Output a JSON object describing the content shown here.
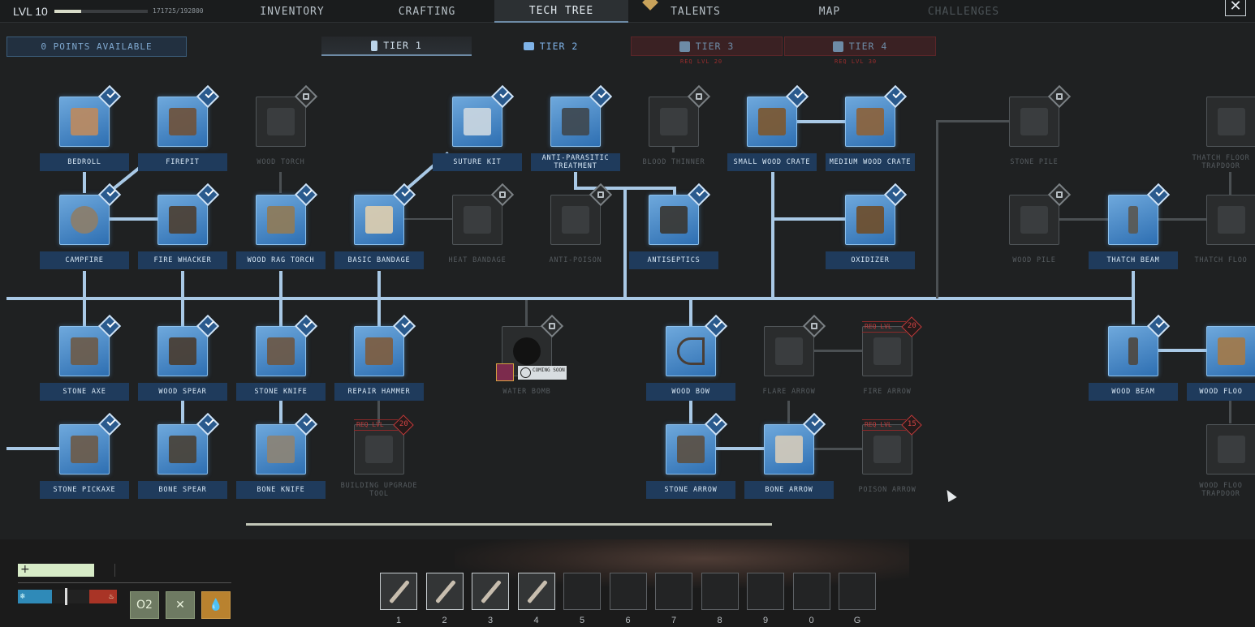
{
  "player": {
    "level": "LVL 10",
    "xp_text": "171725/192800",
    "xp_fraction": 0.29
  },
  "nav": {
    "tabs": [
      "INVENTORY",
      "CRAFTING",
      "TECH TREE",
      "TALENTS",
      "MAP",
      "CHALLENGES"
    ],
    "active": "TECH TREE",
    "disabled": "CHALLENGES"
  },
  "points": "0 POINTS AVAILABLE",
  "tiers": [
    {
      "label": "TIER 1",
      "state": "selected"
    },
    {
      "label": "TIER 2",
      "state": "unlocked"
    },
    {
      "label": "TIER 3",
      "state": "locked",
      "req": "REQ LVL 20"
    },
    {
      "label": "TIER 4",
      "state": "locked",
      "req": "REQ LVL 30"
    }
  ],
  "nodes": {
    "bedroll": {
      "label": "BEDROLL",
      "state": "learned"
    },
    "firepit": {
      "label": "FIREPIT",
      "state": "learned"
    },
    "wood_torch": {
      "label": "WOOD TORCH",
      "state": "locked"
    },
    "suture_kit": {
      "label": "SUTURE KIT",
      "state": "learned"
    },
    "anti_parasitic": {
      "label": "ANTI-PARASITIC TREATMENT",
      "state": "learned"
    },
    "blood_thinner": {
      "label": "BLOOD THINNER",
      "state": "locked"
    },
    "small_wood_crate": {
      "label": "SMALL WOOD CRATE",
      "state": "learned"
    },
    "medium_wood_crate": {
      "label": "MEDIUM WOOD CRATE",
      "state": "learned"
    },
    "stone_pile": {
      "label": "STONE PILE",
      "state": "locked"
    },
    "thatch_floor_trapdoor": {
      "label": "THATCH FLOOR TRAPDOOR",
      "state": "locked"
    },
    "campfire": {
      "label": "CAMPFIRE",
      "state": "learned"
    },
    "fire_whacker": {
      "label": "FIRE WHACKER",
      "state": "learned"
    },
    "wood_rag_torch": {
      "label": "WOOD RAG TORCH",
      "state": "learned"
    },
    "basic_bandage": {
      "label": "BASIC BANDAGE",
      "state": "learned"
    },
    "heat_bandage": {
      "label": "HEAT BANDAGE",
      "state": "locked"
    },
    "anti_poison": {
      "label": "ANTI-POISON",
      "state": "locked"
    },
    "antiseptics": {
      "label": "ANTISEPTICS",
      "state": "learned"
    },
    "oxidizer": {
      "label": "OXIDIZER",
      "state": "learned"
    },
    "wood_pile": {
      "label": "WOOD PILE",
      "state": "locked"
    },
    "thatch_beam": {
      "label": "THATCH BEAM",
      "state": "learned"
    },
    "thatch_floor": {
      "label": "THATCH FLOO",
      "state": "locked"
    },
    "stone_axe": {
      "label": "STONE AXE",
      "state": "learned"
    },
    "wood_spear": {
      "label": "WOOD SPEAR",
      "state": "learned"
    },
    "stone_knife": {
      "label": "STONE KNIFE",
      "state": "learned"
    },
    "repair_hammer": {
      "label": "REPAIR HAMMER",
      "state": "learned"
    },
    "water_bomb": {
      "label": "WATER BOMB",
      "state": "locked"
    },
    "wood_bow": {
      "label": "WOOD BOW",
      "state": "learned"
    },
    "flare_arrow": {
      "label": "FLARE ARROW",
      "state": "locked"
    },
    "fire_arrow": {
      "label": "FIRE ARROW",
      "state": "locked",
      "req_label": "REQ LVL",
      "req_level": "20"
    },
    "wood_beam": {
      "label": "WOOD BEAM",
      "state": "learned"
    },
    "wood_floor": {
      "label": "WOOD FLOO",
      "state": "learned"
    },
    "stone_pickaxe": {
      "label": "STONE PICKAXE",
      "state": "learned"
    },
    "bone_spear": {
      "label": "BONE SPEAR",
      "state": "learned"
    },
    "bone_knife": {
      "label": "BONE KNIFE",
      "state": "learned"
    },
    "building_upgrade_tool": {
      "label": "BUILDING UPGRADE TOOL",
      "state": "locked",
      "req_label": "REQ LVL",
      "req_level": "20"
    },
    "stone_arrow": {
      "label": "STONE ARROW",
      "state": "learned"
    },
    "bone_arrow": {
      "label": "BONE ARROW",
      "state": "learned"
    },
    "poison_arrow": {
      "label": "POISON ARROW",
      "state": "locked",
      "req_label": "REQ LVL",
      "req_level": "15"
    },
    "wood_floor_trapdoor": {
      "label": "WOOD FLOO TRAPDOOR",
      "state": "locked"
    }
  },
  "coming_soon": "COMING SOON",
  "hud": {
    "health_icon": "+",
    "cold_icon": "snowflake-icon",
    "heat_icon": "flame-icon",
    "stats": [
      "O2",
      "food-icon",
      "water-drop-icon"
    ],
    "hotbar": [
      {
        "key": "1",
        "filled": true
      },
      {
        "key": "2",
        "filled": true
      },
      {
        "key": "3",
        "filled": true
      },
      {
        "key": "4",
        "filled": true
      },
      {
        "key": "5",
        "filled": false
      },
      {
        "key": "6",
        "filled": false
      },
      {
        "key": "7",
        "filled": false
      },
      {
        "key": "8",
        "filled": false
      },
      {
        "key": "9",
        "filled": false
      },
      {
        "key": "0",
        "filled": false
      },
      {
        "key": "G",
        "filled": false
      }
    ]
  },
  "colors": {
    "learned": "#4a8ccc",
    "locked": "#2a2c2d",
    "line": "#a9c9e6",
    "req": "#c23a3a"
  }
}
